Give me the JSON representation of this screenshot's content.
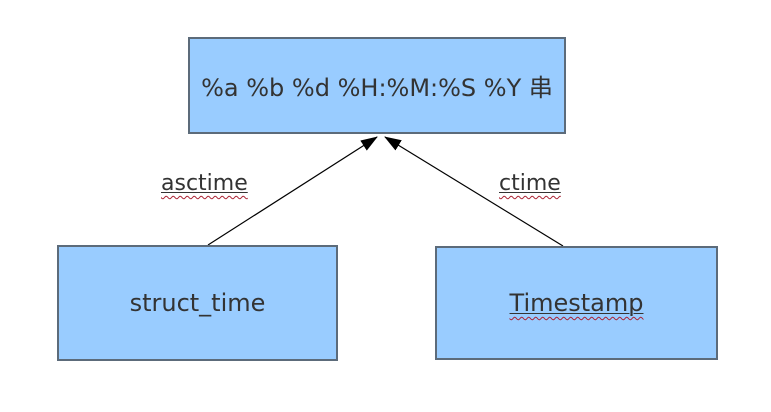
{
  "diagram": {
    "nodes": {
      "format_string": {
        "label": "%a %b %d %H:%M:%S %Y 串"
      },
      "struct_time": {
        "label": "struct_time"
      },
      "timestamp": {
        "label": "Timestamp"
      }
    },
    "edges": {
      "asctime": {
        "label": "asctime",
        "from": "struct_time",
        "to": "format_string"
      },
      "ctime": {
        "label": "ctime",
        "from": "timestamp",
        "to": "format_string"
      }
    },
    "colors": {
      "node_fill": "#99ccff",
      "node_border": "#5c6b7a",
      "text": "#333333",
      "arrow": "#000000",
      "spellcheck_underline": "#aa2233"
    }
  }
}
